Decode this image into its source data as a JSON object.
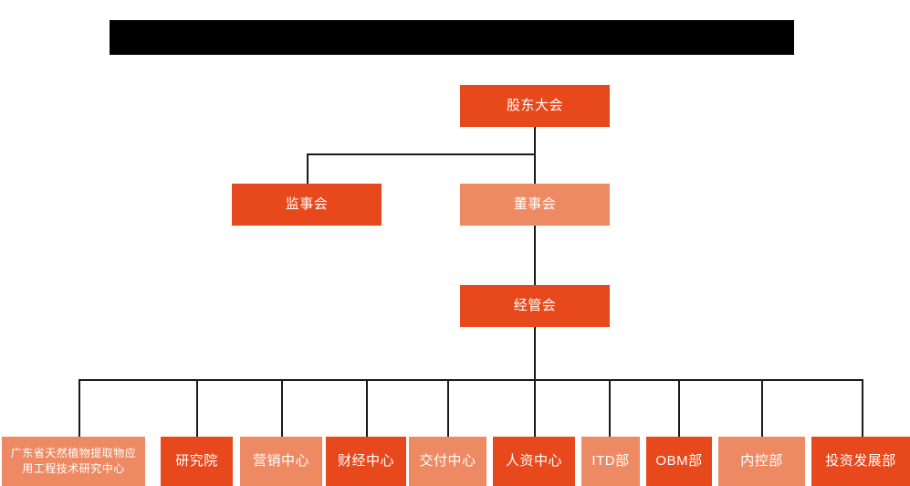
{
  "chart_data": {
    "type": "diagram",
    "diagram_kind": "org-chart",
    "title": "",
    "colors": {
      "background": "#ffffff",
      "node_dark": "#E8491C",
      "node_light": "#EE8A63",
      "connector": "#1a1a1a",
      "label_text": "#ffffff",
      "redaction": "#000000"
    },
    "levels": [
      {
        "level": 1,
        "nodes": [
          "股东大会"
        ]
      },
      {
        "level": 2,
        "nodes": [
          "监事会",
          "董事会"
        ]
      },
      {
        "level": 3,
        "nodes": [
          "经管会"
        ]
      },
      {
        "level": 4,
        "nodes": [
          "广东省天然植物提取物应用工程技术研究中心",
          "研究院",
          "营销中心",
          "财经中心",
          "交付中心",
          "人资中心",
          "ITD部",
          "OBM部",
          "内控部",
          "投资发展部"
        ]
      }
    ],
    "edges": [
      {
        "from": "股东大会",
        "to": "监事会"
      },
      {
        "from": "股东大会",
        "to": "董事会"
      },
      {
        "from": "董事会",
        "to": "经管会"
      },
      {
        "from": "经管会",
        "to": "广东省天然植物提取物应用工程技术研究中心"
      },
      {
        "from": "经管会",
        "to": "研究院"
      },
      {
        "from": "经管会",
        "to": "营销中心"
      },
      {
        "from": "经管会",
        "to": "财经中心"
      },
      {
        "from": "经管会",
        "to": "交付中心"
      },
      {
        "from": "经管会",
        "to": "人资中心"
      },
      {
        "from": "经管会",
        "to": "ITD部"
      },
      {
        "from": "经管会",
        "to": "OBM部"
      },
      {
        "from": "经管会",
        "to": "内控部"
      },
      {
        "from": "经管会",
        "to": "投资发展部"
      }
    ]
  },
  "header": {
    "redacted_title": ""
  },
  "nodes": {
    "shareholders_meeting": {
      "label": "股东大会",
      "tone": "dark"
    },
    "board_of_supervisors": {
      "label": "监事会",
      "tone": "dark"
    },
    "board_of_directors": {
      "label": "董事会",
      "tone": "light"
    },
    "management_committee": {
      "label": "经管会",
      "tone": "dark"
    }
  },
  "departments": [
    {
      "id": "research-center-guangdong",
      "label_line1": "广东省天然植物提取物应",
      "label_line2": "用工程技术研究中心",
      "tone": "light"
    },
    {
      "id": "research-institute",
      "label": "研究院",
      "tone": "dark"
    },
    {
      "id": "marketing-center",
      "label": "营销中心",
      "tone": "light"
    },
    {
      "id": "finance-center",
      "label": "财经中心",
      "tone": "dark"
    },
    {
      "id": "delivery-center",
      "label": "交付中心",
      "tone": "light"
    },
    {
      "id": "hr-center",
      "label": "人资中心",
      "tone": "dark"
    },
    {
      "id": "itd-department",
      "label": "ITD部",
      "tone": "light"
    },
    {
      "id": "obm-department",
      "label": "OBM部",
      "tone": "dark"
    },
    {
      "id": "internal-control-department",
      "label": "内控部",
      "tone": "light"
    },
    {
      "id": "investment-development-department",
      "label": "投资发展部",
      "tone": "dark"
    }
  ]
}
